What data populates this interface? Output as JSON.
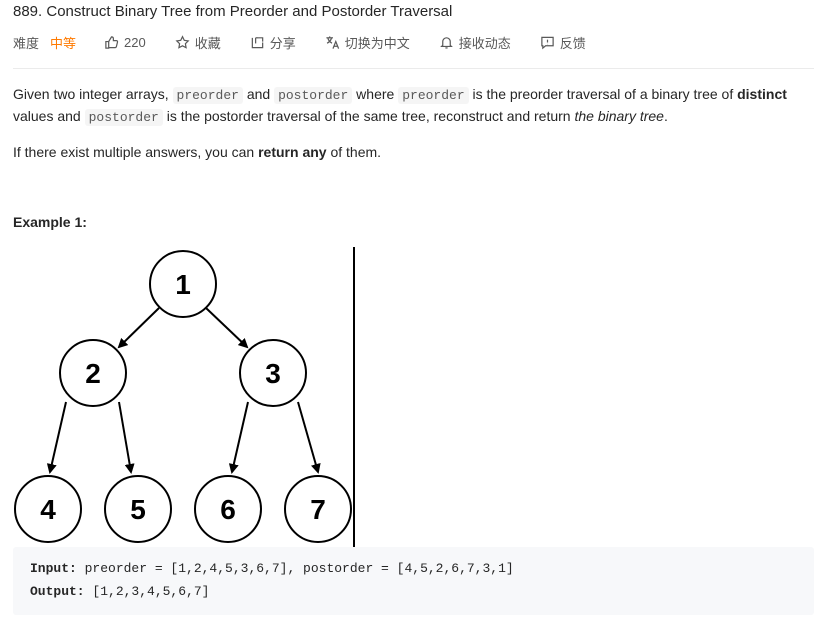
{
  "problem": {
    "title": "889. Construct Binary Tree from Preorder and Postorder Traversal"
  },
  "toolbar": {
    "difficulty_label": "难度",
    "difficulty_value": "中等",
    "likes": "220",
    "favorite_label": "收藏",
    "share_label": "分享",
    "translate_label": "切换为中文",
    "notify_label": "接收动态",
    "feedback_label": "反馈",
    "difficulty_color": "#ff7a00"
  },
  "description": {
    "p1_a": "Given two integer arrays, ",
    "code_preorder": "preorder",
    "p1_b": " and ",
    "code_postorder": "postorder",
    "p1_c": " where ",
    "code_preorder2": "preorder",
    "p1_d": " is the preorder traversal of a binary tree of ",
    "p1_bold": "distinct",
    "p1_e": " values and ",
    "code_postorder2": "postorder",
    "p1_f": " is the postorder traversal of the same tree, reconstruct and return ",
    "p1_italic": "the binary tree",
    "p1_g": ".",
    "p2_a": "If there exist multiple answers, you can ",
    "p2_bold": "return any",
    "p2_b": " of them."
  },
  "example": {
    "title": "Example 1:",
    "tree_nodes": [
      "1",
      "2",
      "3",
      "4",
      "5",
      "6",
      "7"
    ],
    "input_label": "Input:",
    "input_value": " preorder = [1,2,4,5,3,6,7], postorder = [4,5,2,6,7,3,1]",
    "output_label": "Output:",
    "output_value": " [1,2,3,4,5,6,7]"
  }
}
